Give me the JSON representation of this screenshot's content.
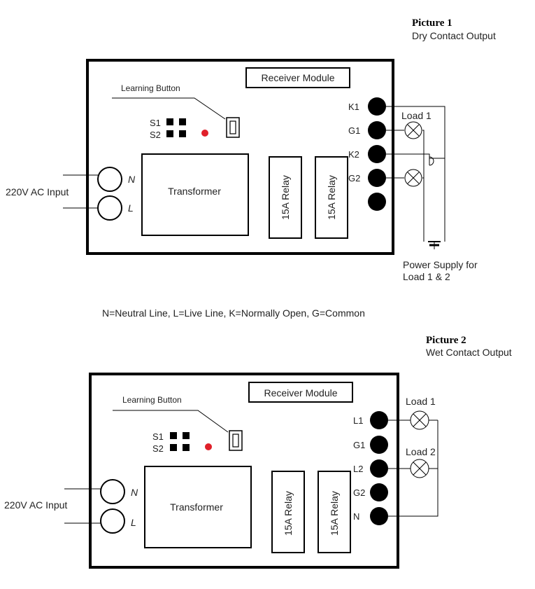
{
  "picture1": {
    "title": "Picture 1",
    "subtitle": "Dry Contact Output",
    "receiver_label": "Receiver Module",
    "learning_label": "Learning Button",
    "s1": "S1",
    "s2": "S2",
    "transformer_label": "Transformer",
    "relay1_label": "15A Relay",
    "relay2_label": "15A Relay",
    "input_label": "220V AC Input",
    "n_label": "N",
    "l_label": "L",
    "terminals": [
      "K1",
      "G1",
      "K2",
      "G2",
      ""
    ],
    "load1_label": "Load 1",
    "power_supply_line1": "Power Supply for",
    "power_supply_line2": "Load 1 & 2"
  },
  "legend": "N=Neutral Line, L=Live Line, K=Normally Open, G=Common",
  "picture2": {
    "title": "Picture 2",
    "subtitle": "Wet Contact Output",
    "receiver_label": "Receiver Module",
    "learning_label": "Learning Button",
    "s1": "S1",
    "s2": "S2",
    "transformer_label": "Transformer",
    "relay1_label": "15A Relay",
    "relay2_label": "15A Relay",
    "input_label": "220V AC Input",
    "n_label": "N",
    "l_label": "L",
    "terminals": [
      "L1",
      "G1",
      "L2",
      "G2",
      "N"
    ],
    "load1_label": "Load 1",
    "load2_label": "Load 2"
  },
  "colors": {
    "led": "#e0202a",
    "line": "#000000"
  }
}
